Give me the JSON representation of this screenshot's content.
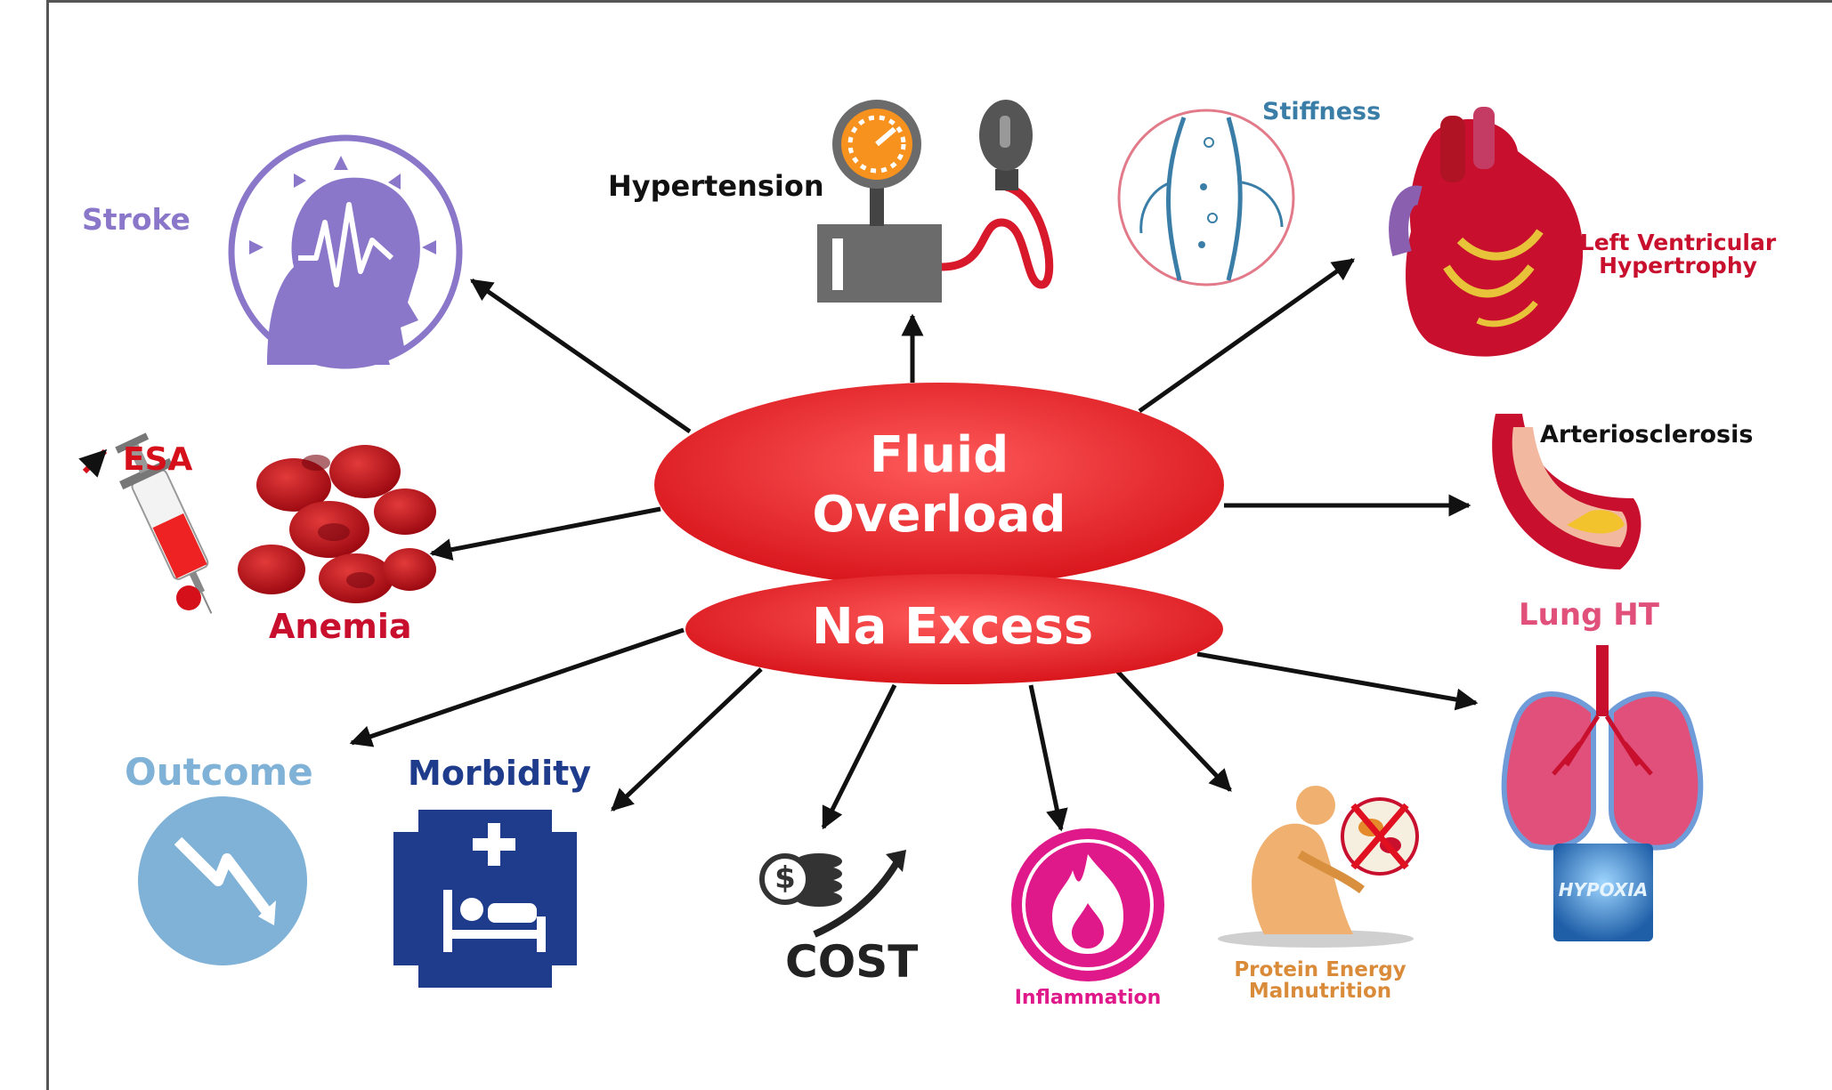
{
  "center": {
    "line1": "Fluid",
    "line2": "Overload",
    "line3": "Na Excess"
  },
  "nodes": {
    "stroke": "Stroke",
    "hypertension": "Hypertension",
    "stiffness": "Stiffness",
    "lvh": {
      "line1": "Left Ventricular",
      "line2": "Hypertrophy"
    },
    "esa": "ESA",
    "anemia": "Anemia",
    "arteriosclerosis": "Arteriosclerosis",
    "lung_ht": "Lung HT",
    "hypoxia": "HYPOXIA",
    "outcome": "Outcome",
    "morbidity": "Morbidity",
    "cost": "COST",
    "cost_symbol": "$",
    "inflammation": "Inflammation",
    "pem": {
      "line1": "Protein Energy",
      "line2": "Malnutrition"
    }
  },
  "colors": {
    "ellipse": "#e8252a",
    "stroke": "#8a77c9",
    "anemia": "#c8102e",
    "lvh": "#c8102e",
    "lung": "#e0507a",
    "outcome": "#7fb2d6",
    "morbidity": "#1f3c8c",
    "inflammation": "#e0198a",
    "pem": "#d98b3a",
    "stiffness": "#3a7ea8"
  },
  "icons": [
    "brain-head-icon",
    "blood-pressure-gauge-icon",
    "vessel-stiffness-icon",
    "heart-icon",
    "syringe-icon",
    "red-blood-cells-icon",
    "artery-plaque-icon",
    "lungs-icon",
    "hypoxia-bubble-icon",
    "downtrend-arrow-icon",
    "hospital-bed-icon",
    "coins-rising-icon",
    "flame-icon",
    "malnourished-person-icon",
    "no-food-icon"
  ]
}
